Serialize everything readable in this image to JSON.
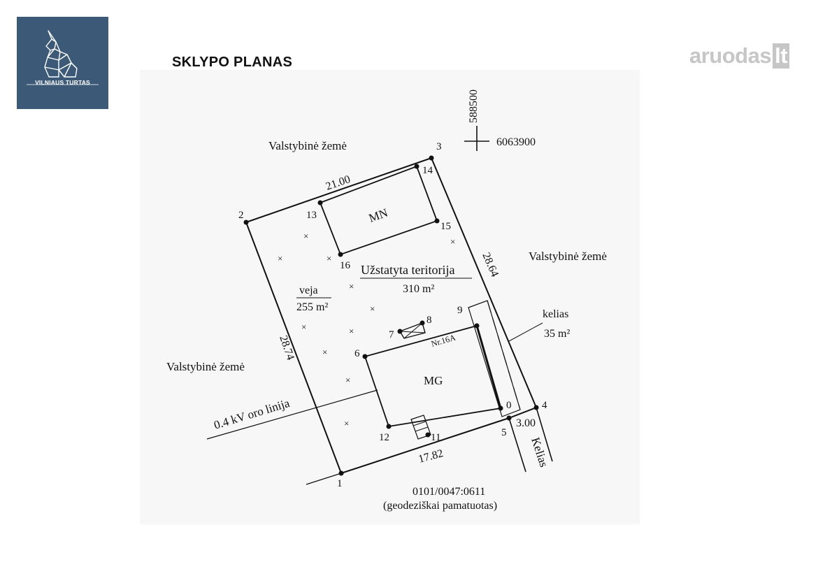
{
  "logo": {
    "text": "VILNIAUS TURTAS",
    "bg_color": "#3c5a78"
  },
  "title": "SKLYPO PLANAS",
  "brand": {
    "name": "aruodas",
    "suffix": "lt",
    "color": "#c6c6c6"
  },
  "coords": {
    "x_value": "588500",
    "y_value": "6063900"
  },
  "neighbors": {
    "top": "Valstybinė žemė",
    "right": "Valstybinė žemė",
    "left": "Valstybinė žemė"
  },
  "points": [
    "0",
    "1",
    "2",
    "3",
    "4",
    "5",
    "6",
    "7",
    "8",
    "9",
    "12",
    "11",
    "13",
    "14",
    "15",
    "16"
  ],
  "dimensions": {
    "top": "21.00",
    "right": "28.64",
    "left": "28.74",
    "bottom": "17.82",
    "road_width": "3.00"
  },
  "buildings": {
    "shed": "MN",
    "house": "MG",
    "house_number": "Nr.16A"
  },
  "areas": {
    "built_label": "Užstatyta teritorija",
    "built_value": "310 m²",
    "lawn_label": "veja",
    "lawn_value": "255 m²",
    "road_label": "kelias",
    "road_value": "35 m²"
  },
  "power_line": "0.4 kV oro linija",
  "road_name": "Kelias",
  "parcel": {
    "id": "0101/0047:0611",
    "status": "(geodeziškai pamatuotas)"
  }
}
